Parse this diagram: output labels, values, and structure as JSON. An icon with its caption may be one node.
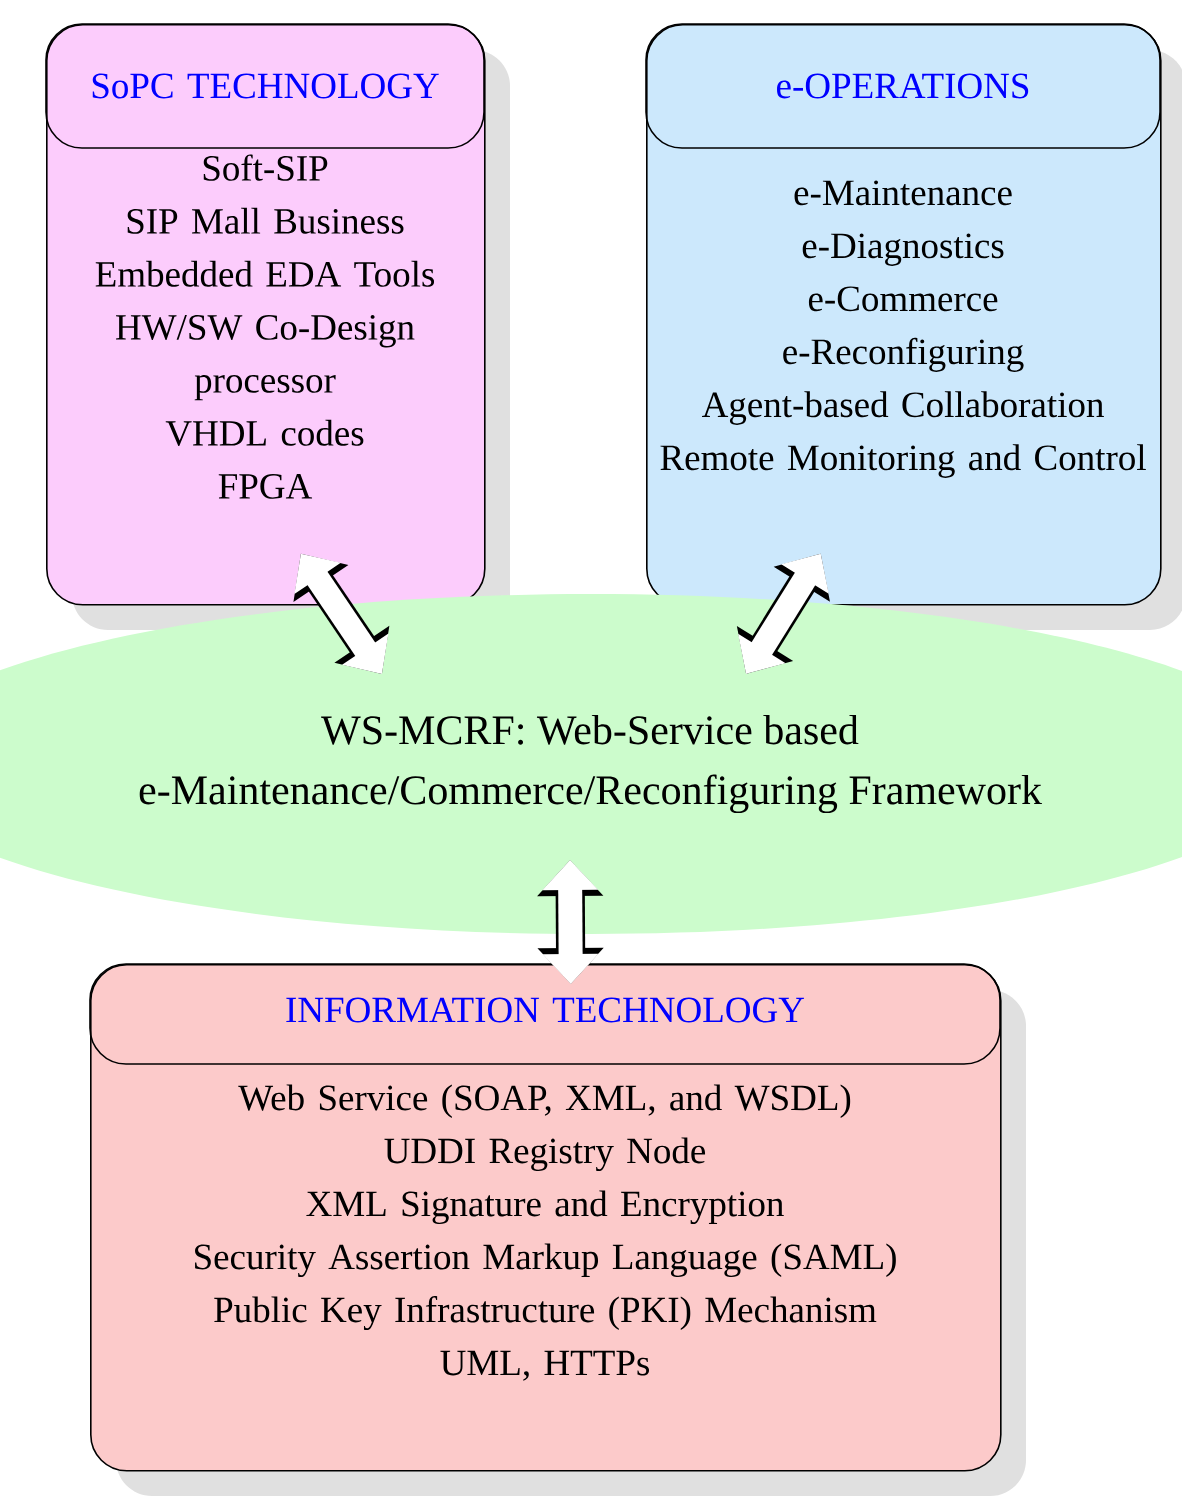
{
  "diagram": {
    "nodes": [
      {
        "text": [
          "SoPC TECHNOLOGY",
          "Soft-SIP",
          "SIP Mall Business",
          "Embedded EDA Tools",
          "HW/SW Co-Design",
          "processor",
          "VHDL codes",
          "FPGA"
        ]
      },
      {
        "text": [
          "e-OPERATIONS",
          "e-Maintenance",
          "e-Diagnostics",
          "e-Commerce",
          "e-Reconfiguring",
          "Agent-based Collaboration",
          "Remote Monitoring and Control"
        ]
      },
      {
        "text": [
          "WS-MCRF: Web-Service based e-Maintenance/Commerce/Reconfiguring Framework"
        ]
      },
      {
        "text": [
          "INFORMATION TECHNOLOGY",
          "Web Service (SOAP, XML, and WSDL)",
          "UDDI Registry Node",
          "XML Signature and Encryption",
          "Security Assertion Markup Language (SAML)",
          "Public Key Infrastructure (PKI) Mechanism",
          "UML, HTTPs"
        ]
      }
    ],
    "edges": [
      {
        "from": 0,
        "to": 2,
        "arrow": "both"
      },
      {
        "from": 1,
        "to": 2,
        "arrow": "both"
      },
      {
        "from": 2,
        "to": 3,
        "arrow": "both"
      }
    ]
  }
}
